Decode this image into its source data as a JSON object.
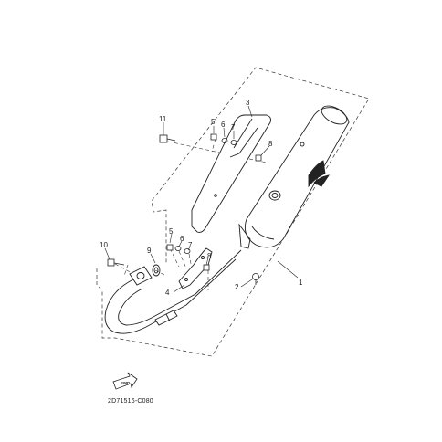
{
  "diagram": {
    "callouts": [
      "1",
      "2",
      "3",
      "4",
      "5",
      "6",
      "7",
      "8",
      "9",
      "10",
      "11",
      "5",
      "6",
      "7",
      "8"
    ],
    "fwd_label": "FWD",
    "catalog_code": "2D71516-C080"
  },
  "colors": {
    "line": "#222222",
    "dashed": "#333333",
    "background": "#ffffff"
  }
}
